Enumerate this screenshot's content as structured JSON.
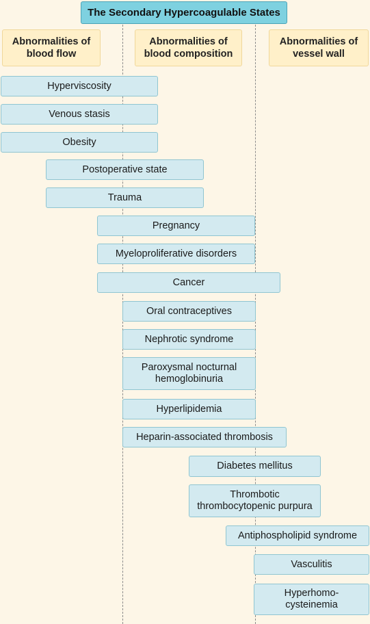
{
  "title": "The Secondary Hypercoagulable States",
  "columns": {
    "blood_flow": "Abnormalities of\nblood flow",
    "blood_composition": "Abnormalities of\nblood composition",
    "vessel_wall": "Abnormalities of\nvessel wall"
  },
  "conditions": [
    "Hyperviscosity",
    "Venous stasis",
    "Obesity",
    "Postoperative state",
    "Trauma",
    "Pregnancy",
    "Myeloproliferative disorders",
    "Cancer",
    "Oral contraceptives",
    "Nephrotic syndrome",
    "Paroxysmal nocturnal\nhemoglobinuria",
    "Hyperlipidemia",
    "Heparin-associated thrombosis",
    "Diabetes mellitus",
    "Thrombotic\nthrombocytopenic purpura",
    "Antiphospholipid syndrome",
    "Vasculitis",
    "Hyperhomo-\ncysteinemia"
  ]
}
